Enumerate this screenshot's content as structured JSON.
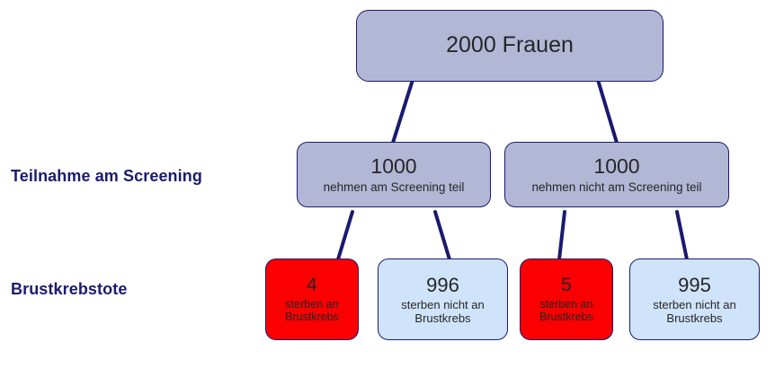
{
  "colors": {
    "label_text": "#1a1a70",
    "line": "#1a1a70",
    "node_border": "#1a1a70",
    "root_fill": "#b3b7d6",
    "mid_fill": "#b3b7d6",
    "dead_fill": "#fa0000",
    "alive_fill": "#cfe4fb",
    "node_text": "#262626",
    "background": "#ffffff"
  },
  "row_labels": [
    {
      "text": "Teilnahme am Screening"
    },
    {
      "text": "Brustkrebstote"
    }
  ],
  "tree": {
    "root": {
      "count": "2000",
      "caption": "Frauen",
      "inline_text": "2000 Frauen"
    },
    "mid": [
      {
        "count": "1000",
        "caption": "nehmen am Screening teil"
      },
      {
        "count": "1000",
        "caption": "nehmen nicht am Screening teil"
      }
    ],
    "leaves": [
      {
        "count": "4",
        "caption_line1": "sterben an",
        "caption_line2": "Brustkrebs",
        "kind": "dead"
      },
      {
        "count": "996",
        "caption_line1": "sterben nicht an",
        "caption_line2": "Brustkrebs",
        "kind": "alive"
      },
      {
        "count": "5",
        "caption_line1": "sterben an",
        "caption_line2": "Brustkrebs",
        "kind": "dead"
      },
      {
        "count": "995",
        "caption_line1": "sterben nicht an",
        "caption_line2": "Brustkrebs",
        "kind": "alive"
      }
    ]
  }
}
